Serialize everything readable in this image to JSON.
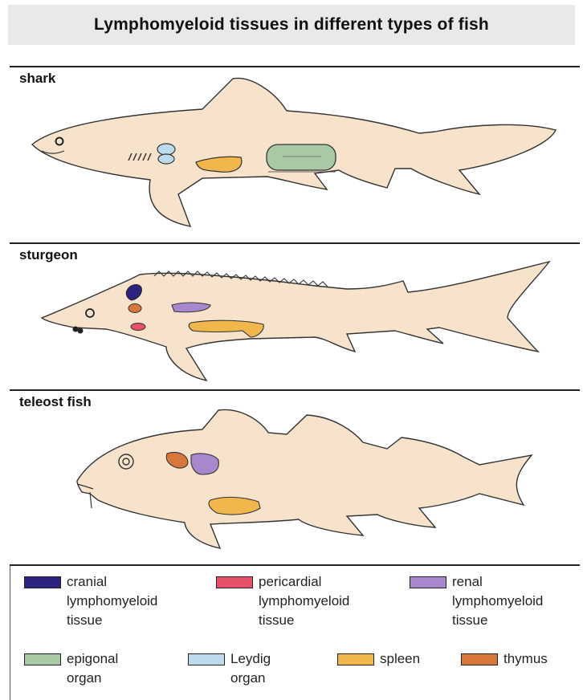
{
  "title": "Lymphomyeloid tissues in different types of fish",
  "panels": [
    {
      "label": "shark"
    },
    {
      "label": "sturgeon"
    },
    {
      "label": "teleost fish"
    }
  ],
  "colors": {
    "body": "#f7e3cc",
    "outline": "#333333",
    "cranial": "#2c2380",
    "pericardial": "#e6506a",
    "renal": "#a788cc",
    "epigonal": "#a9c9a6",
    "leydig": "#bcdcee",
    "spleen": "#f1b64c",
    "thymus": "#d8773b"
  },
  "legend": [
    {
      "key": "cranial",
      "line1": "cranial",
      "line2": "lymphomyeloid",
      "line3": "tissue"
    },
    {
      "key": "pericardial",
      "line1": "pericardial",
      "line2": "lymphomyeloid",
      "line3": "tissue"
    },
    {
      "key": "renal",
      "line1": "renal",
      "line2": "lymphomyeloid",
      "line3": "tissue"
    },
    {
      "key": "epigonal",
      "line1": "epigonal",
      "line2": "organ"
    },
    {
      "key": "leydig",
      "line1": "Leydig",
      "line2": "organ"
    },
    {
      "key": "spleen",
      "line1": "spleen"
    },
    {
      "key": "thymus",
      "line1": "thymus"
    }
  ]
}
